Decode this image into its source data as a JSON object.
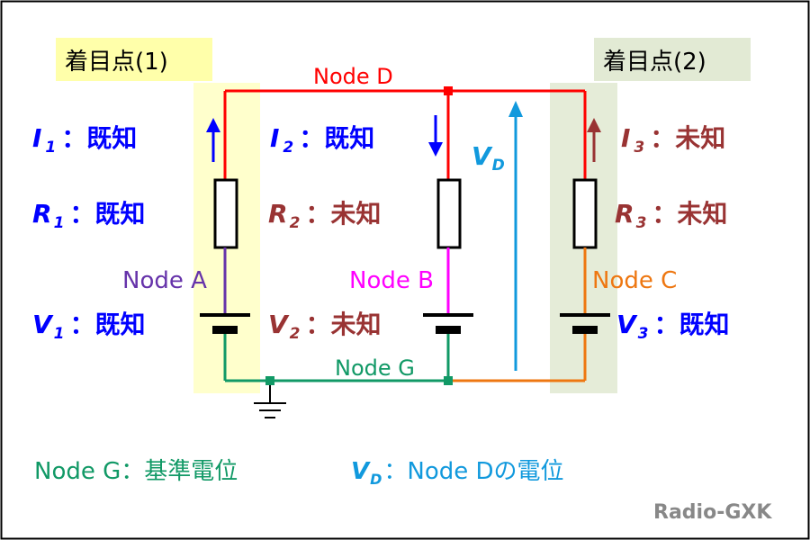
{
  "focus1": {
    "label": "着目点(1)"
  },
  "focus2": {
    "label": "着目点(2)"
  },
  "nodes": {
    "d": "Node D",
    "a": "Node A",
    "b": "Node B",
    "c": "Node C",
    "g": "Node G"
  },
  "branch1": {
    "i_sym": "I",
    "i_sub": "1",
    "i_status": "：既知",
    "r_sym": "R",
    "r_sub": "1",
    "r_status": "：既知",
    "v_sym": "V",
    "v_sub": "1",
    "v_status": "：既知"
  },
  "branch2": {
    "i_sym": "I",
    "i_sub": "2",
    "i_status": "：既知",
    "r_sym": "R",
    "r_sub": "2",
    "r_status": "：未知",
    "v_sym": "V",
    "v_sub": "2",
    "v_status": "：未知"
  },
  "branch3": {
    "i_sym": "I",
    "i_sub": "3",
    "i_status": "：未知",
    "r_sym": "R",
    "r_sub": "3",
    "r_status": "：未知",
    "v_sym": "V",
    "v_sub": "3",
    "v_status": "：既知"
  },
  "vd": {
    "sym": "V",
    "sub": "D"
  },
  "legend": {
    "g_text": "Node G：基準電位",
    "vd_sym": "V",
    "vd_sub": "D",
    "vd_text": "：Node Dの電位"
  },
  "credit": "Radio-GXK",
  "colors": {
    "red": "#ff0000",
    "blue": "#0000ff",
    "brown": "#993333",
    "purple": "#6633aa",
    "magenta": "#ff00ff",
    "orange": "#ee7711",
    "green": "#119966",
    "cyan": "#1199dd",
    "highlight_yellow": "#ffffcc",
    "highlight_green": "#e5ecd8"
  }
}
